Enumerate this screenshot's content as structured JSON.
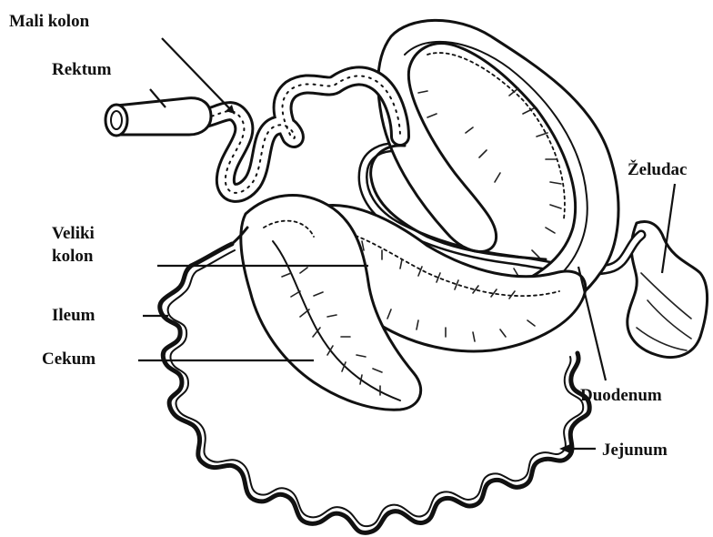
{
  "labels": {
    "mali_kolon": "Mali kolon",
    "rektum": "Rektum",
    "veliki_kolon_1": "Veliki",
    "veliki_kolon_2": "kolon",
    "ileum": "Ileum",
    "cekum": "Cekum",
    "zeludac": "Želudac",
    "duodenum": "Duodenum",
    "jejunum": "Jejunum"
  }
}
